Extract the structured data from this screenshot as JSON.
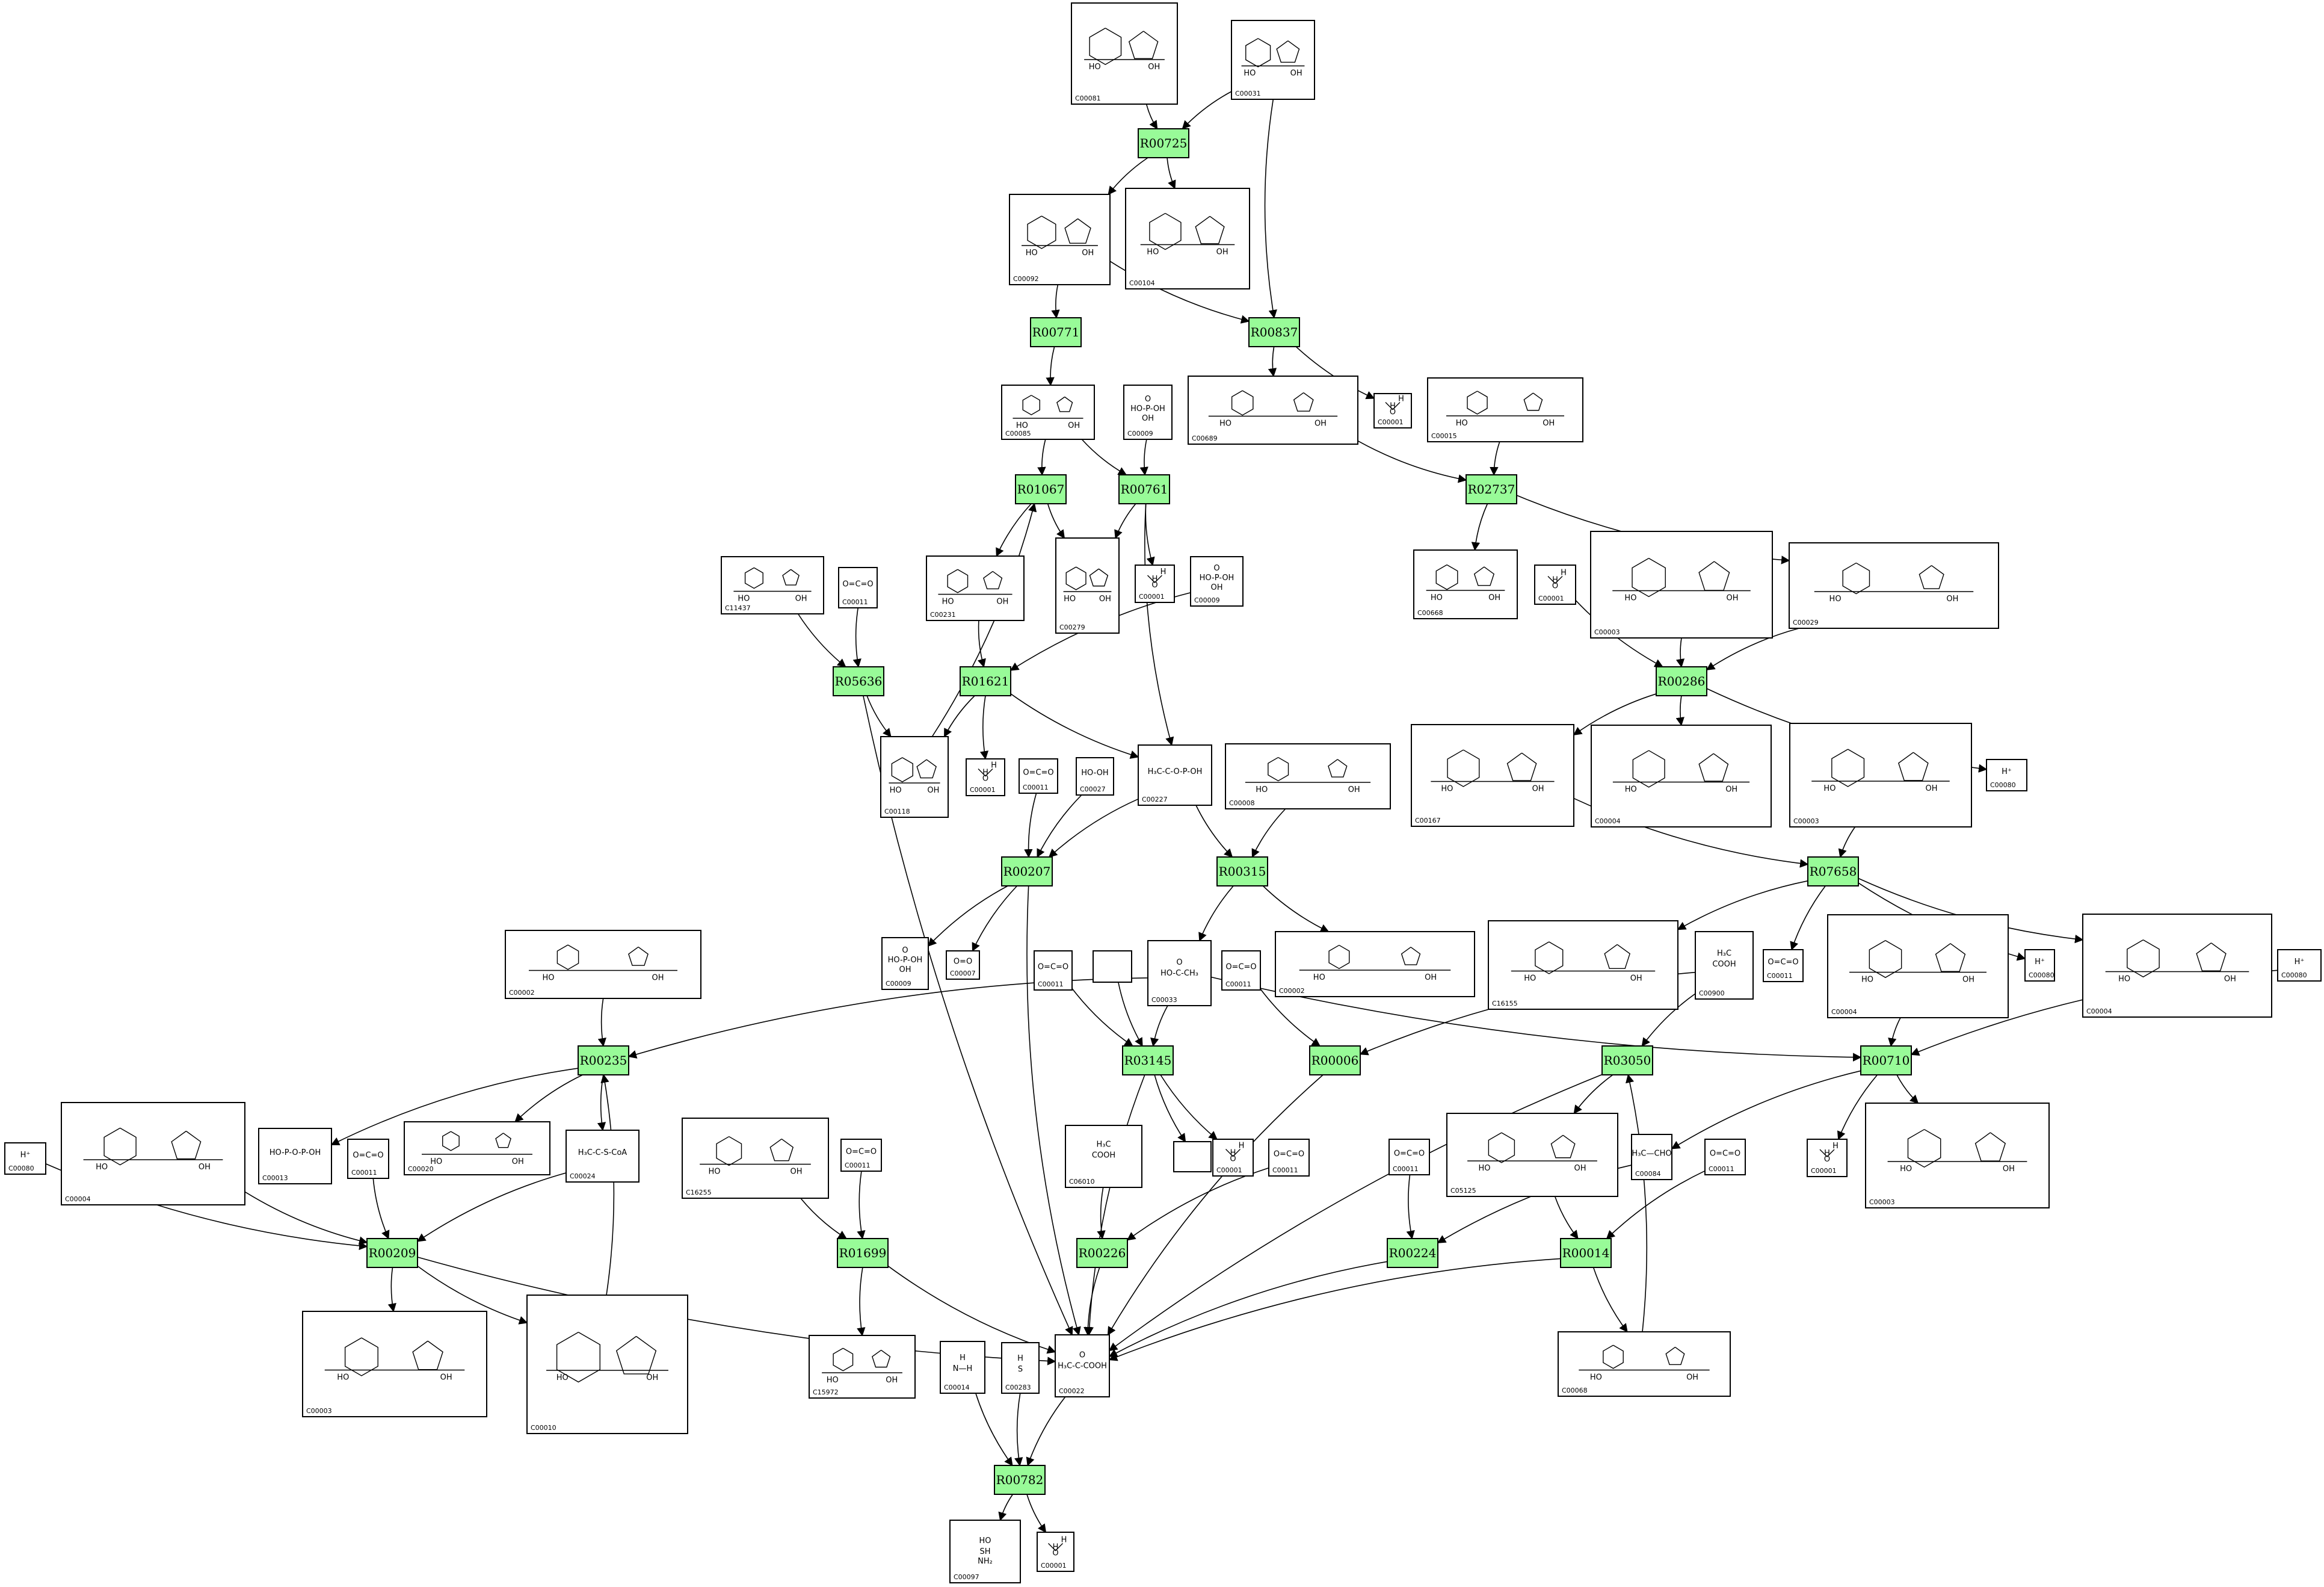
{
  "reactions": [
    {
      "id": "R00725",
      "label": "R00725"
    },
    {
      "id": "R00771",
      "label": "R00771"
    },
    {
      "id": "R00837",
      "label": "R00837"
    },
    {
      "id": "R01067",
      "label": "R01067"
    },
    {
      "id": "R00761",
      "label": "R00761"
    },
    {
      "id": "R02737",
      "label": "R02737"
    },
    {
      "id": "R05636",
      "label": "R05636"
    },
    {
      "id": "R01621",
      "label": "R01621"
    },
    {
      "id": "R00286",
      "label": "R00286"
    },
    {
      "id": "R00207",
      "label": "R00207"
    },
    {
      "id": "R00315",
      "label": "R00315"
    },
    {
      "id": "R07658",
      "label": "R07658"
    },
    {
      "id": "R00235",
      "label": "R00235"
    },
    {
      "id": "R03145",
      "label": "R03145"
    },
    {
      "id": "R00006",
      "label": "R00006"
    },
    {
      "id": "R03050",
      "label": "R03050"
    },
    {
      "id": "R00710",
      "label": "R00710"
    },
    {
      "id": "R00209",
      "label": "R00209"
    },
    {
      "id": "R01699",
      "label": "R01699"
    },
    {
      "id": "R00226",
      "label": "R00226"
    },
    {
      "id": "R00224",
      "label": "R00224"
    },
    {
      "id": "R00014",
      "label": "R00014"
    },
    {
      "id": "R00782",
      "label": "R00782"
    }
  ],
  "compounds": [
    {
      "id": "c1",
      "label": "C00081",
      "structure": "ITP"
    },
    {
      "id": "c2",
      "label": "C00031",
      "structure": "glucose"
    },
    {
      "id": "c3",
      "label": "C00092",
      "structure": "sugar-phosphate"
    },
    {
      "id": "c4",
      "label": "C00104",
      "structure": "IDP"
    },
    {
      "id": "c5",
      "label": "C00085",
      "structure": "sugar-phosphate"
    },
    {
      "id": "c6",
      "label": "C00009",
      "structure": "phosphate"
    },
    {
      "id": "c7",
      "label": "C00689",
      "structure": "disaccharide-phosphate"
    },
    {
      "id": "c8",
      "label": "C00001",
      "structure": "water"
    },
    {
      "id": "c9",
      "label": "C00015",
      "structure": "UDP"
    },
    {
      "id": "c10",
      "label": "C11437",
      "structure": "sugar-phosphate"
    },
    {
      "id": "c11",
      "label": "C00011",
      "structure": "co2"
    },
    {
      "id": "c12",
      "label": "C00231",
      "structure": "sugar-phosphate"
    },
    {
      "id": "c13",
      "label": "C00279",
      "structure": "sugar-phosphate"
    },
    {
      "id": "c14",
      "label": "C00001",
      "structure": "water"
    },
    {
      "id": "c15",
      "label": "C00009",
      "structure": "phosphate"
    },
    {
      "id": "c16",
      "label": "C00668",
      "structure": "sugar-phosphate"
    },
    {
      "id": "c17",
      "label": "C00001",
      "structure": "water"
    },
    {
      "id": "c18",
      "label": "C00003",
      "structure": "NAD"
    },
    {
      "id": "c19",
      "label": "C00029",
      "structure": "UDP-sugar"
    },
    {
      "id": "c20",
      "label": "C00118",
      "structure": "sugar-phosphate"
    },
    {
      "id": "c21",
      "label": "C00001",
      "structure": "water"
    },
    {
      "id": "c22",
      "label": "C00011",
      "structure": "co2"
    },
    {
      "id": "c23",
      "label": "C00027",
      "structure": "peroxide"
    },
    {
      "id": "c24",
      "label": "C00227",
      "structure": "acetyl-phosphate"
    },
    {
      "id": "c25",
      "label": "C00008",
      "structure": "ADP"
    },
    {
      "id": "c26",
      "label": "C00167",
      "structure": "UDP-sugar"
    },
    {
      "id": "c27",
      "label": "C00004",
      "structure": "NADH"
    },
    {
      "id": "c28",
      "label": "C00003",
      "structure": "NAD"
    },
    {
      "id": "c29",
      "label": "C00080",
      "structure": "proton"
    },
    {
      "id": "c30",
      "label": "C00002",
      "structure": "ATP"
    },
    {
      "id": "c31",
      "label": "C00009",
      "structure": "phosphate"
    },
    {
      "id": "c32",
      "label": "C00007",
      "structure": "oxygen"
    },
    {
      "id": "c33",
      "label": "C00011",
      "structure": "co2"
    },
    {
      "id": "c34",
      "label": "",
      "structure": "empty"
    },
    {
      "id": "c35",
      "label": "C00033",
      "structure": "acetate"
    },
    {
      "id": "c36",
      "label": "C00011",
      "structure": "co2"
    },
    {
      "id": "c37",
      "label": "C00002",
      "structure": "ATP"
    },
    {
      "id": "c38",
      "label": "C16155",
      "structure": "UDP-sugar"
    },
    {
      "id": "c39",
      "label": "C00900",
      "structure": "keto-acid"
    },
    {
      "id": "c40",
      "label": "C00011",
      "structure": "co2"
    },
    {
      "id": "c41",
      "label": "C00080",
      "structure": "proton"
    },
    {
      "id": "c42",
      "label": "C00004",
      "structure": "NADH"
    },
    {
      "id": "c43",
      "label": "C00004",
      "structure": "NADH"
    },
    {
      "id": "c44",
      "label": "C00080",
      "structure": "proton"
    },
    {
      "id": "c45",
      "label": "C00080",
      "structure": "proton"
    },
    {
      "id": "c46",
      "label": "C00004",
      "structure": "NADH"
    },
    {
      "id": "c47",
      "label": "C00013",
      "structure": "pyrophosphate"
    },
    {
      "id": "c48",
      "label": "C00020",
      "structure": "AMP"
    },
    {
      "id": "c49",
      "label": "C00011",
      "structure": "co2"
    },
    {
      "id": "c50",
      "label": "C00024",
      "structure": "acetyl-CoA"
    },
    {
      "id": "c51",
      "label": "C16255",
      "structure": "lipoyl"
    },
    {
      "id": "c52",
      "label": "C00011",
      "structure": "co2"
    },
    {
      "id": "c53",
      "label": "",
      "structure": "empty"
    },
    {
      "id": "c54",
      "label": "C00001",
      "structure": "water"
    },
    {
      "id": "c55",
      "label": "C06010",
      "structure": "keto-acid"
    },
    {
      "id": "c56",
      "label": "C00011",
      "structure": "co2"
    },
    {
      "id": "c57",
      "label": "C05125",
      "structure": "TPP-adduct"
    },
    {
      "id": "c58",
      "label": "C00011",
      "structure": "co2"
    },
    {
      "id": "c59",
      "label": "C00084",
      "structure": "acetaldehyde"
    },
    {
      "id": "c60",
      "label": "C00011",
      "structure": "co2"
    },
    {
      "id": "c61",
      "label": "C00001",
      "structure": "water"
    },
    {
      "id": "c62",
      "label": "C00003",
      "structure": "NAD"
    },
    {
      "id": "c63",
      "label": "C00003",
      "structure": "NAD"
    },
    {
      "id": "c64",
      "label": "C00010",
      "structure": "CoA"
    },
    {
      "id": "c65",
      "label": "C15972",
      "structure": "lipoamide"
    },
    {
      "id": "c66",
      "label": "C00014",
      "structure": "ammonia"
    },
    {
      "id": "c67",
      "label": "C00283",
      "structure": "hydrogen-sulfide"
    },
    {
      "id": "c68",
      "label": "C00022",
      "structure": "pyruvate"
    },
    {
      "id": "c69",
      "label": "C00068",
      "structure": "TPP"
    },
    {
      "id": "c70",
      "label": "C00097",
      "structure": "cysteine"
    },
    {
      "id": "c71",
      "label": "C00001",
      "structure": "water"
    }
  ]
}
